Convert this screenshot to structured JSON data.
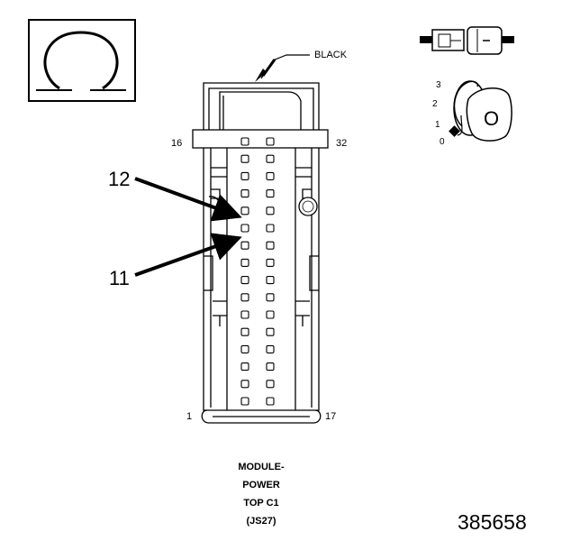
{
  "wire_color_label": "BLACK",
  "pin_labels": {
    "top_left": "16",
    "top_right": "32",
    "bottom_left": "1",
    "bottom_right": "17"
  },
  "callouts": {
    "upper": "12",
    "lower": "11"
  },
  "caption": [
    "MODULE-",
    "POWER",
    "TOP C1",
    "(JS27)"
  ],
  "figure_number": "385658",
  "key_positions": [
    "3",
    "2",
    "1",
    "0"
  ],
  "key_letter": "O"
}
